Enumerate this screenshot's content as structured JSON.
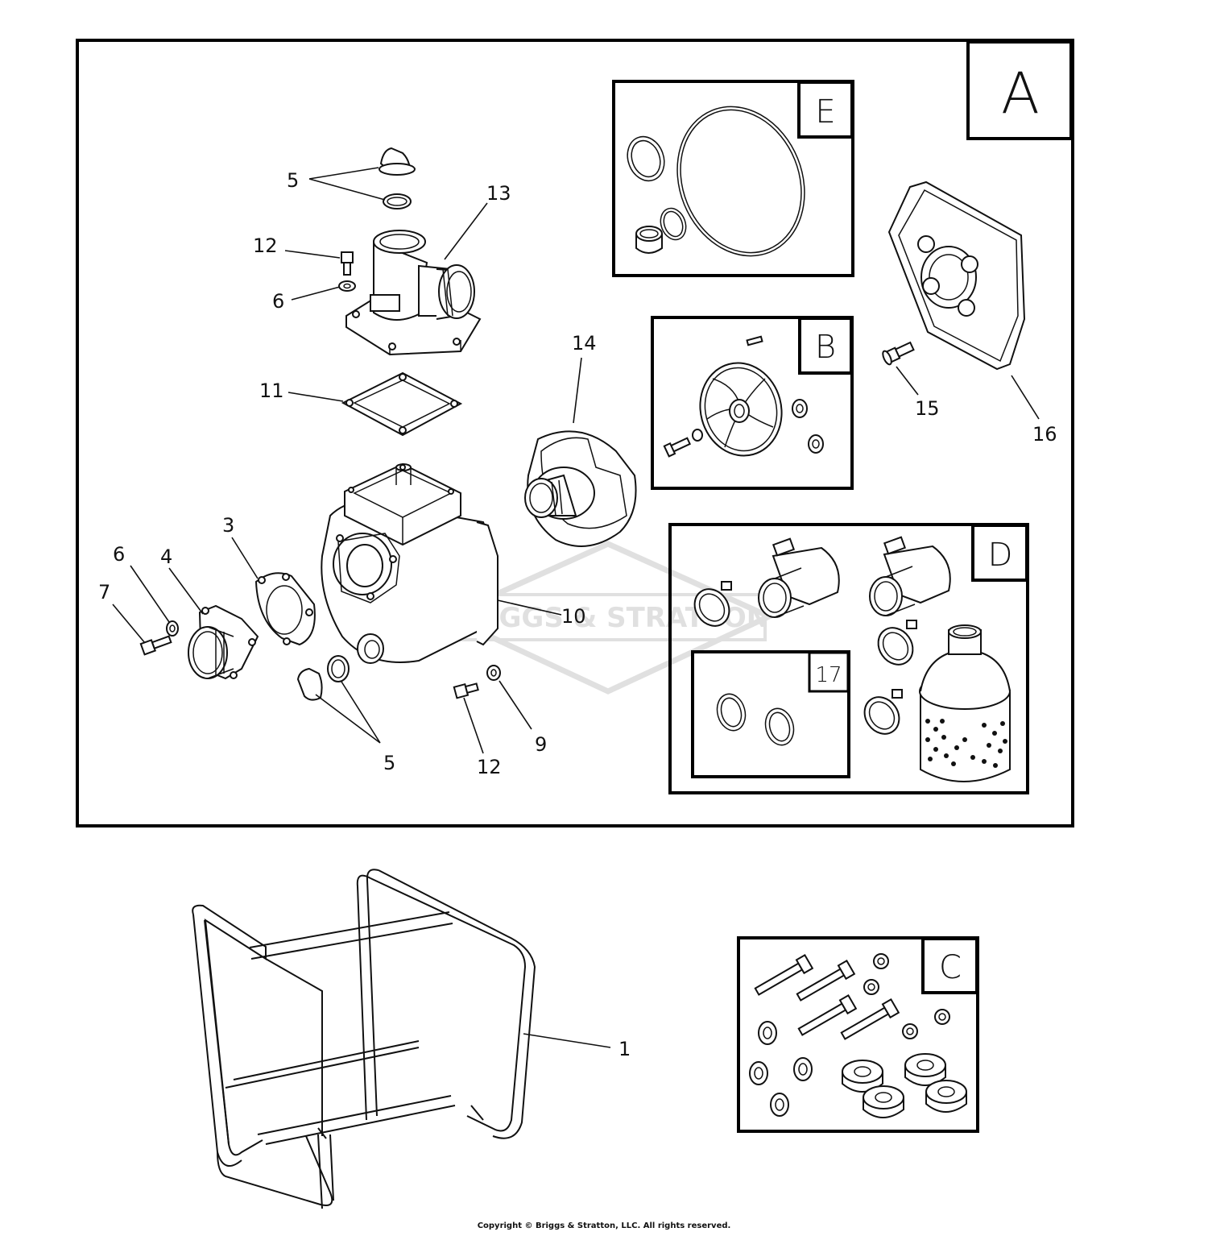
{
  "boxes": {
    "A": "A",
    "B": "B",
    "C": "C",
    "D": "D",
    "E": "E",
    "box17": "17"
  },
  "callouts": {
    "c5_top": "5",
    "c13": "13",
    "c12_top": "12",
    "c6_top": "6",
    "c14": "14",
    "c11": "11",
    "c15": "15",
    "c16": "16",
    "c3": "3",
    "c6_left": "6",
    "c4": "4",
    "c7": "7",
    "c10": "10",
    "c5_bottom": "5",
    "c12_bottom": "12",
    "c9": "9",
    "c1": "1"
  },
  "watermark": "BRIGGS & STRATTON",
  "copyright": "Copyright © Briggs & Stratton, LLC. All rights reserved."
}
